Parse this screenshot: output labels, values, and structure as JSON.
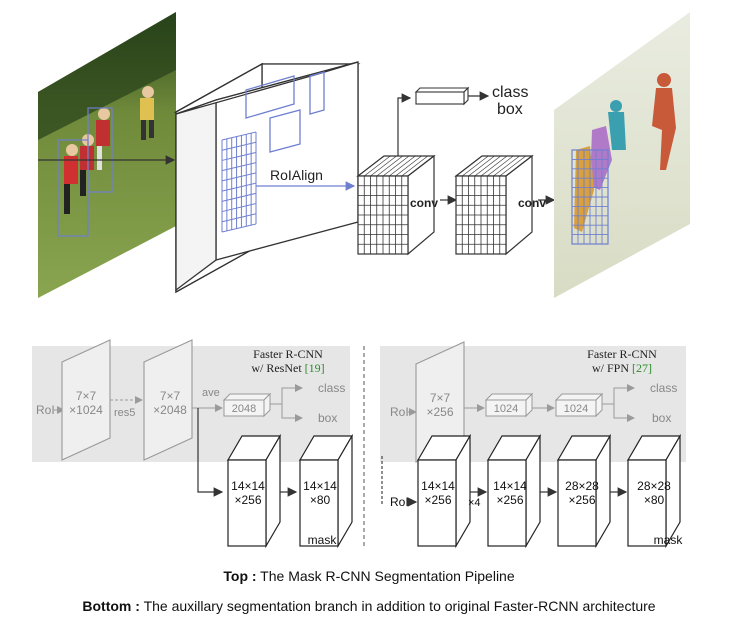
{
  "top": {
    "roialign_label": "RoIAlign",
    "class_label": "class",
    "box_label": "box",
    "conv1_label": "conv",
    "conv2_label": "conv"
  },
  "bottom_left": {
    "title_line1": "Faster R-CNN",
    "title_line2_prefix": "w/ ResNet ",
    "ref": "[19]",
    "roi_label": "RoI",
    "block1_line1": "7×7",
    "block1_line2": "×1024",
    "res5_label": "res5",
    "block2_line1": "7×7",
    "block2_line2": "×2048",
    "ave_label": "ave",
    "fc_label": "2048",
    "class_label": "class",
    "box_label": "box",
    "mask1_line1": "14×14",
    "mask1_line2": "×256",
    "mask2_line1": "14×14",
    "mask2_line2": "×80",
    "mask_label": "mask"
  },
  "bottom_right": {
    "title_line1": "Faster R-CNN",
    "title_line2_prefix": "w/ FPN ",
    "ref": "[27]",
    "roi_top_label": "RoI",
    "block_line1": "7×7",
    "block_line2": "×256",
    "fc1_label": "1024",
    "fc2_label": "1024",
    "class_label": "class",
    "box_label": "box",
    "roi_bottom_label": "RoI",
    "m1_line1": "14×14",
    "m1_line2": "×256",
    "x4_label": "×4",
    "m2_line1": "14×14",
    "m2_line2": "×256",
    "m3_line1": "28×28",
    "m3_line2": "×256",
    "m4_line1": "28×28",
    "m4_line2": "×80",
    "mask_label": "mask"
  },
  "captions": {
    "top_bold": "Top :",
    "top_text": " The Mask R-CNN Segmentation Pipeline",
    "bottom_bold": "Bottom :",
    "bottom_text": " The auxillary segmentation branch in addition to original Faster-RCNN architecture"
  },
  "colors": {
    "ref_green": "#2e8b2e",
    "grid_blue": "#6f7fd0",
    "gray_panel": "#e6e6e6",
    "gray_text": "#9a9a9a"
  }
}
